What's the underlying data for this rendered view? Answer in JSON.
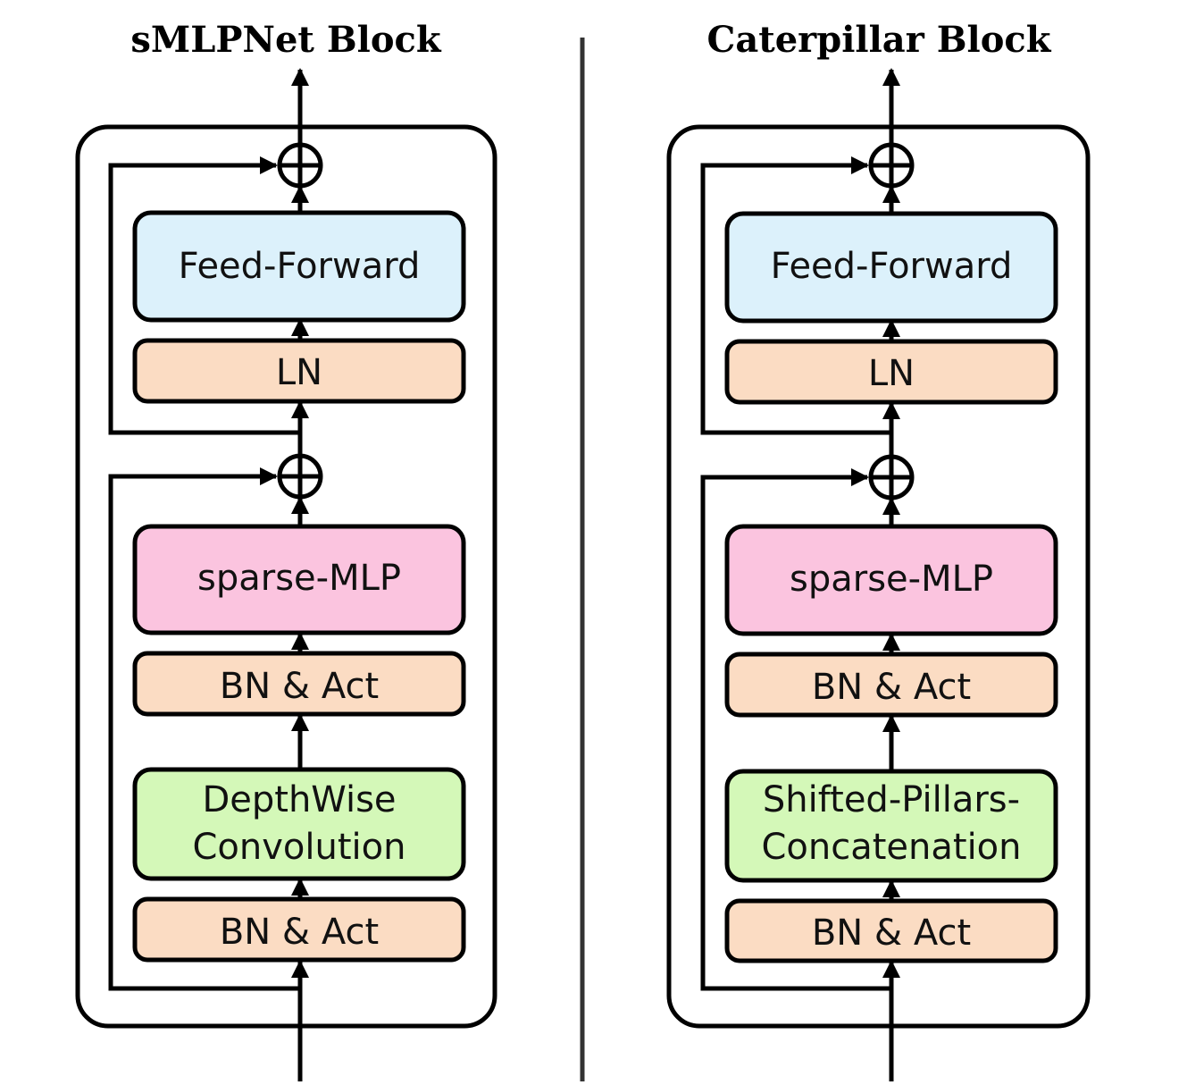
{
  "colors": {
    "feed_forward": "#dcf1fb",
    "norm": "#fbdcc3",
    "sparse_mlp": "#fbc4df",
    "conv": "#d4f8b8",
    "line": "#000000"
  },
  "panels": [
    {
      "title": "sMLPNet Block",
      "blocks": {
        "feed_forward": [
          "Feed-Forward"
        ],
        "ln": [
          "LN"
        ],
        "sparse_mlp": [
          "sparse-MLP"
        ],
        "bn_act_upper": [
          "BN & Act"
        ],
        "mixer": [
          "DepthWise",
          "Convolution"
        ],
        "bn_act_lower": [
          "BN & Act"
        ]
      }
    },
    {
      "title": "Caterpillar Block",
      "blocks": {
        "feed_forward": [
          "Feed-Forward"
        ],
        "ln": [
          "LN"
        ],
        "sparse_mlp": [
          "sparse-MLP"
        ],
        "bn_act_upper": [
          "BN & Act"
        ],
        "mixer": [
          "Shifted-Pillars-",
          "Concatenation"
        ],
        "bn_act_lower": [
          "BN & Act"
        ]
      }
    }
  ]
}
